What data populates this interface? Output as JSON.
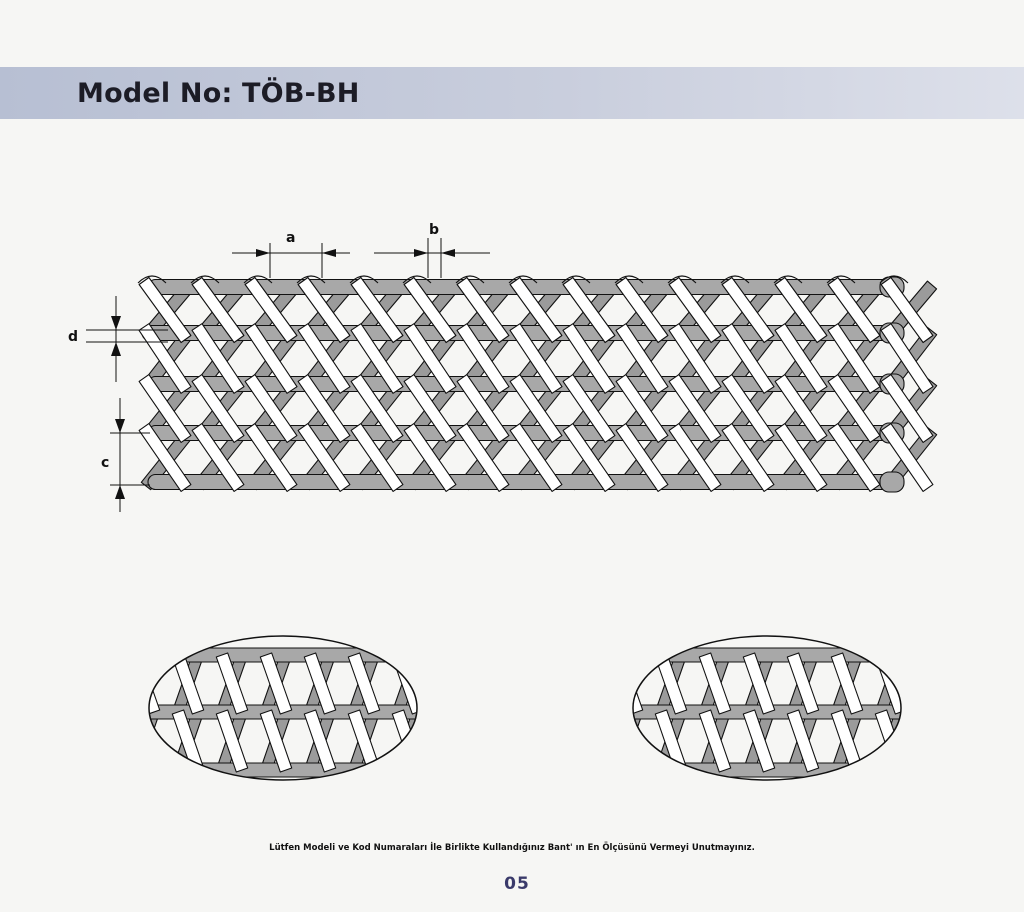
{
  "header": {
    "title": "Model No: TÖB-BH"
  },
  "figure": {
    "dimension_labels": {
      "a": "a",
      "b": "b",
      "c": "c",
      "d": "d"
    },
    "colors": {
      "strip_white": "#ffffff",
      "strip_gray": "#9b9b9b",
      "rod": "#a8a8a8",
      "outline": "#111111"
    }
  },
  "footer": {
    "note": "Lütfen Modeli ve Kod Numaraları İle Birlikte Kullandığınız Bant' ın En Ölçüsünü Vermeyi Unutmayınız.",
    "page_number": "05"
  }
}
